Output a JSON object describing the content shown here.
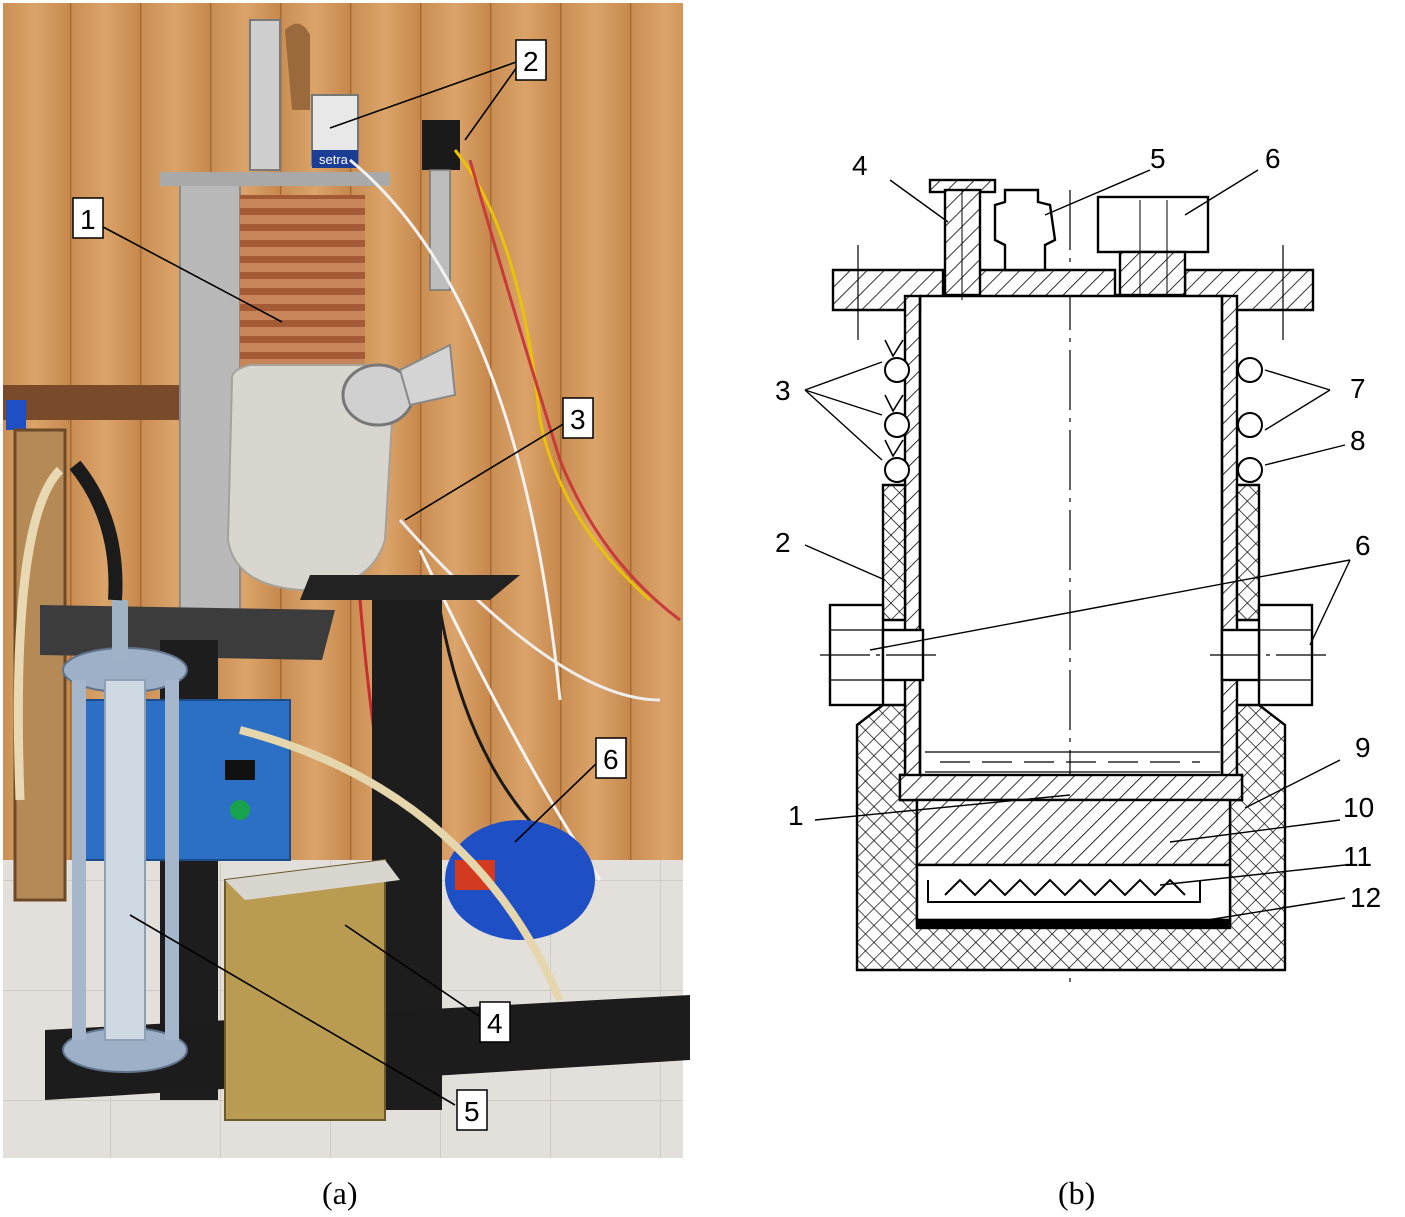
{
  "photo_panel": {
    "caption": "(a)",
    "labels": [
      "1",
      "2",
      "3",
      "4",
      "5",
      "6"
    ],
    "device_badge": "setra"
  },
  "drawing_panel": {
    "caption": "(b)",
    "labels": {
      "top_4": "4",
      "top_5": "5",
      "top_6": "6",
      "left_3": "3",
      "right_7": "7",
      "right_8": "8",
      "left_2": "2",
      "right_6": "6",
      "left_1": "1",
      "right_9": "9",
      "right_10": "10",
      "right_11": "11",
      "right_12": "12"
    }
  }
}
